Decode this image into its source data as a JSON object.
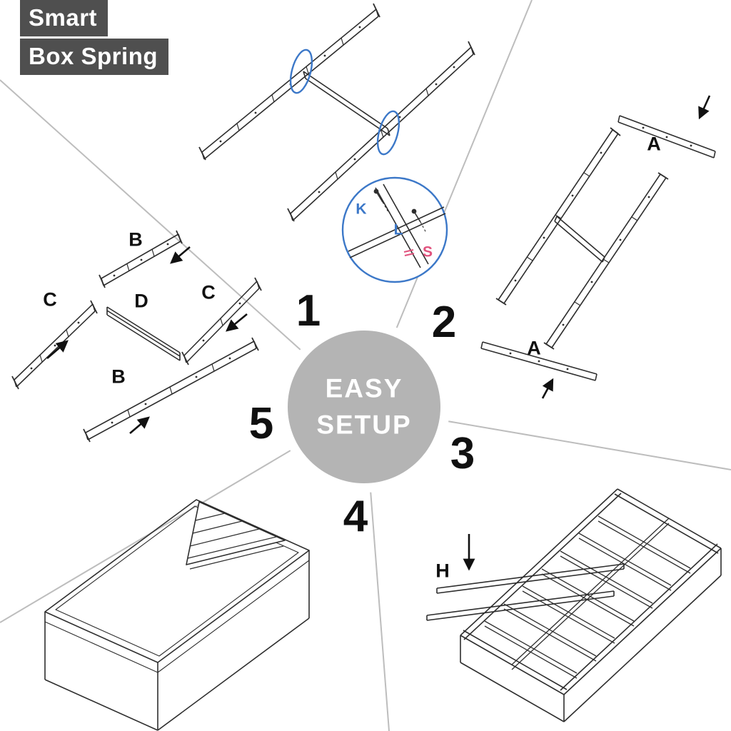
{
  "title": {
    "line1": "Smart",
    "line2": "Box Spring"
  },
  "badge": {
    "line1": "EASY",
    "line2": "SETUP"
  },
  "step_numbers": [
    "1",
    "2",
    "3",
    "4",
    "5"
  ],
  "part_labels": {
    "step2_rail_top": "A",
    "step2_rail_bottom": "A",
    "step5_b_top": "B",
    "step5_c_left": "C",
    "step5_d_center": "D",
    "step5_c_right": "C",
    "step5_b_bottom": "B",
    "step3_slat": "H",
    "detail_screw_k": "K",
    "detail_screw_l": "L",
    "detail_screw_s": "S"
  },
  "colors": {
    "title_background": "#4f4f4f",
    "badge_fill": "#b4b4b4",
    "highlight_blue": "#3c78c8",
    "accent_pink": "#e0527d",
    "divider_gray": "#bdbdbd",
    "line_art": "#2e2e2e"
  }
}
